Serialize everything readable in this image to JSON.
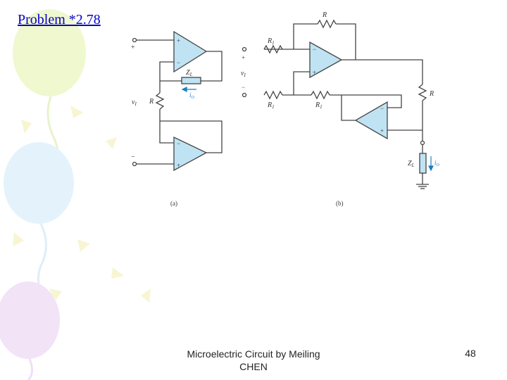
{
  "slide": {
    "title": "Problem *2.78",
    "footer": "Microelectric Circuit by Meiling CHEN",
    "page_number": "48"
  },
  "figure_a": {
    "caption": "(a)",
    "resistor_label": "R",
    "load_label": "Z",
    "load_subscript": "L",
    "input_label": "v",
    "input_subscript": "I",
    "current_label": "i",
    "current_subscript": "O",
    "plus_sign": "+",
    "minus_sign": "−"
  },
  "figure_b": {
    "caption": "(b)",
    "feedback_resistor_label": "R",
    "r1_label": "R",
    "r1_subscript": "1",
    "output_resistor_label": "R",
    "load_label": "Z",
    "load_subscript": "L",
    "input_label": "v",
    "input_subscript": "I",
    "current_label": "i",
    "current_subscript": "O",
    "plus_sign": "+",
    "minus_sign": "−"
  },
  "colors": {
    "opamp_fill": "#bfe3f3",
    "accent_blue": "#1a7fc0",
    "wire": "#444444",
    "title_link": "#0000cc"
  }
}
